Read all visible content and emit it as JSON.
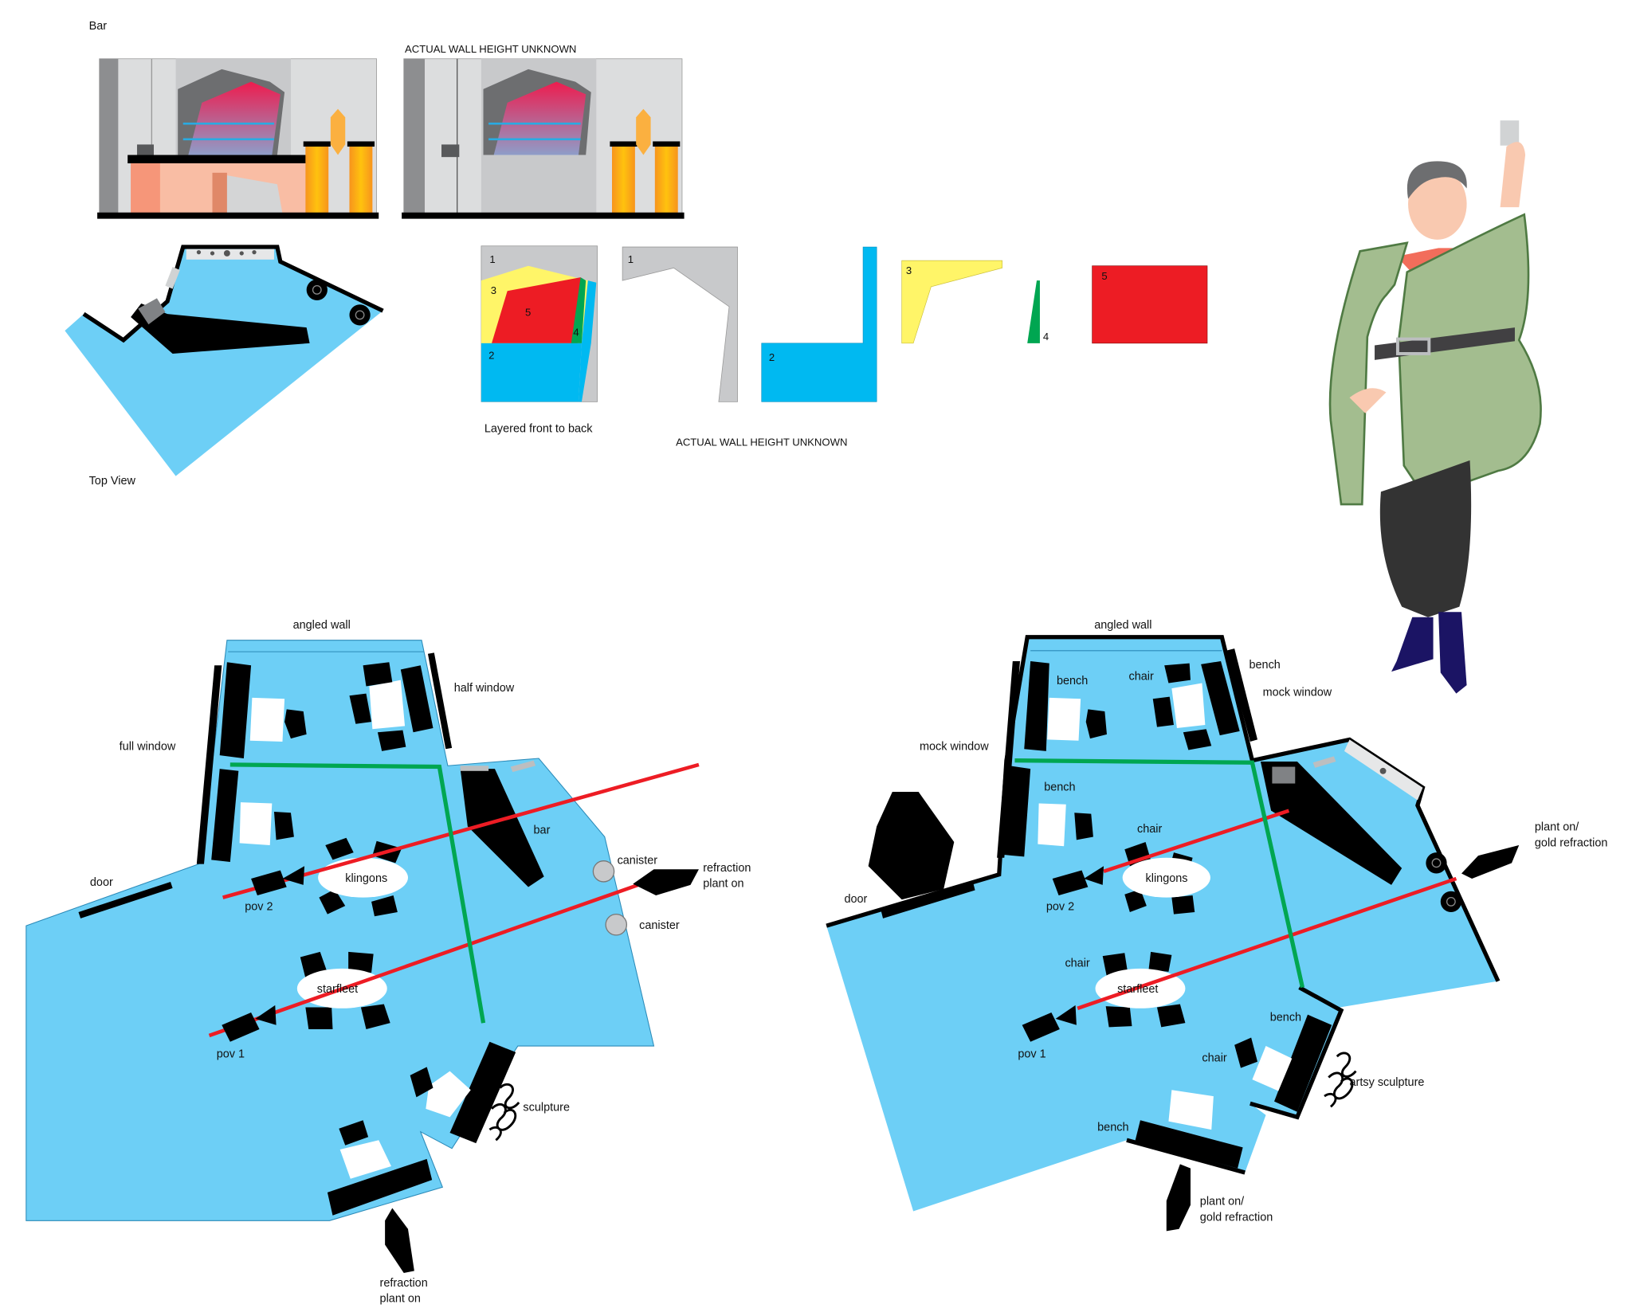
{
  "colors": {
    "floor": "#6dcff6",
    "sightline": "#ed1c24",
    "divider": "#00a651",
    "furniture": "#000000",
    "wall": "#c8c9cb"
  },
  "top": {
    "bar_title": "Bar",
    "wall_height_note_1": "ACTUAL WALL HEIGHT UNKNOWN",
    "top_view_label": "Top View",
    "layered_label": "Layered front to back",
    "wall_height_note_2": "ACTUAL WALL HEIGHT UNKNOWN",
    "layer_numbers": {
      "composite": [
        "1",
        "3",
        "5",
        "4",
        "2"
      ],
      "pieces": [
        "1",
        "2",
        "3",
        "4",
        "5"
      ]
    }
  },
  "plan_left": {
    "angled_wall": "angled wall",
    "half_window": "half window",
    "full_window": "full window",
    "door": "door",
    "pov2": "pov 2",
    "klingons": "klingons",
    "bar": "bar",
    "canister_1": "canister",
    "refraction_right": [
      "refraction",
      "plant on"
    ],
    "canister_2": "canister",
    "starfleet": "starfleet",
    "pov1": "pov 1",
    "sculpture": "sculpture",
    "refraction_bottom": [
      "refraction",
      "plant on"
    ]
  },
  "plan_right": {
    "angled_wall": "angled wall",
    "bench_1": "bench",
    "chair_1": "chair",
    "bench_2": "bench",
    "mock_window_right": "mock window",
    "mock_window_left": "mock window",
    "bench_3": "bench",
    "chair_2": "chair",
    "klingons": "klingons",
    "pov2": "pov 2",
    "door": "door",
    "plant_right": [
      "plant on/",
      "gold refraction"
    ],
    "chair_3": "chair",
    "starfleet": "starfleet",
    "bench_4": "bench",
    "pov1": "pov 1",
    "chair_4": "chair",
    "artsy_sculpture": "artsy sculpture",
    "bench_5": "bench",
    "plant_bottom": [
      "plant on/",
      "gold refraction"
    ]
  }
}
